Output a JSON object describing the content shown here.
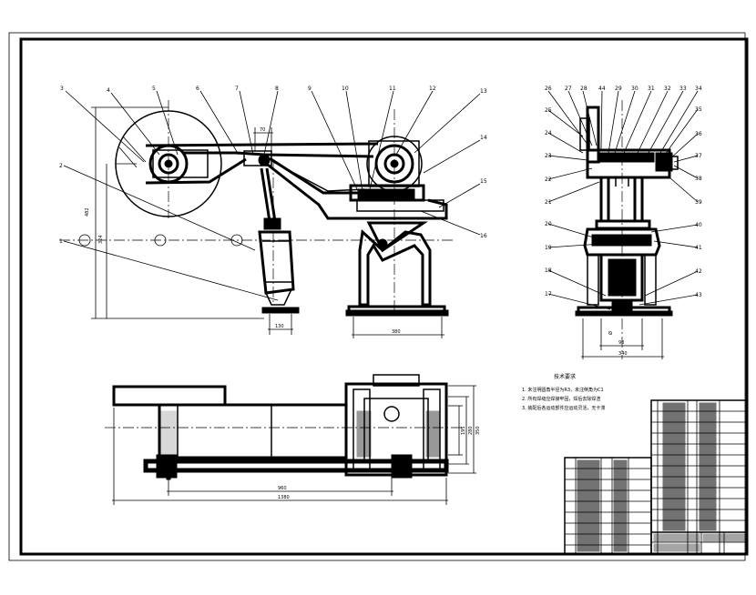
{
  "drawing": {
    "main_view_part_numbers": [
      "3",
      "4",
      "5",
      "6",
      "7",
      "8",
      "9",
      "10",
      "11",
      "12",
      "13",
      "14",
      "15",
      "16",
      "1",
      "2"
    ],
    "side_view_part_numbers": [
      "26",
      "27",
      "28",
      "44",
      "29",
      "30",
      "31",
      "32",
      "33",
      "34",
      "35",
      "36",
      "37",
      "38",
      "39",
      "25",
      "24",
      "23",
      "22",
      "21",
      "20",
      "19",
      "18",
      "17",
      "40",
      "41",
      "42",
      "43"
    ],
    "dimensions": {
      "main_top": "70",
      "main_height_outer": "482",
      "main_height_inner": "324",
      "base_cylinder": "130",
      "base_column": "380",
      "side_bottom_inner": "98",
      "side_bottom_outer": "340",
      "plan_inner_length": "960",
      "plan_total_length": "1380",
      "plan_width_a": "195",
      "plan_width_b": "280",
      "plan_width_c": "350"
    },
    "notes": {
      "title": "技术要求",
      "lines": [
        "1. 未注明圆角半径为R3，未注倒角为C1",
        "2. 所有焊缝应焊接牢固，焊后去除焊渣",
        "3. 装配后各运动部件应运动灵活，无卡滞"
      ]
    }
  }
}
